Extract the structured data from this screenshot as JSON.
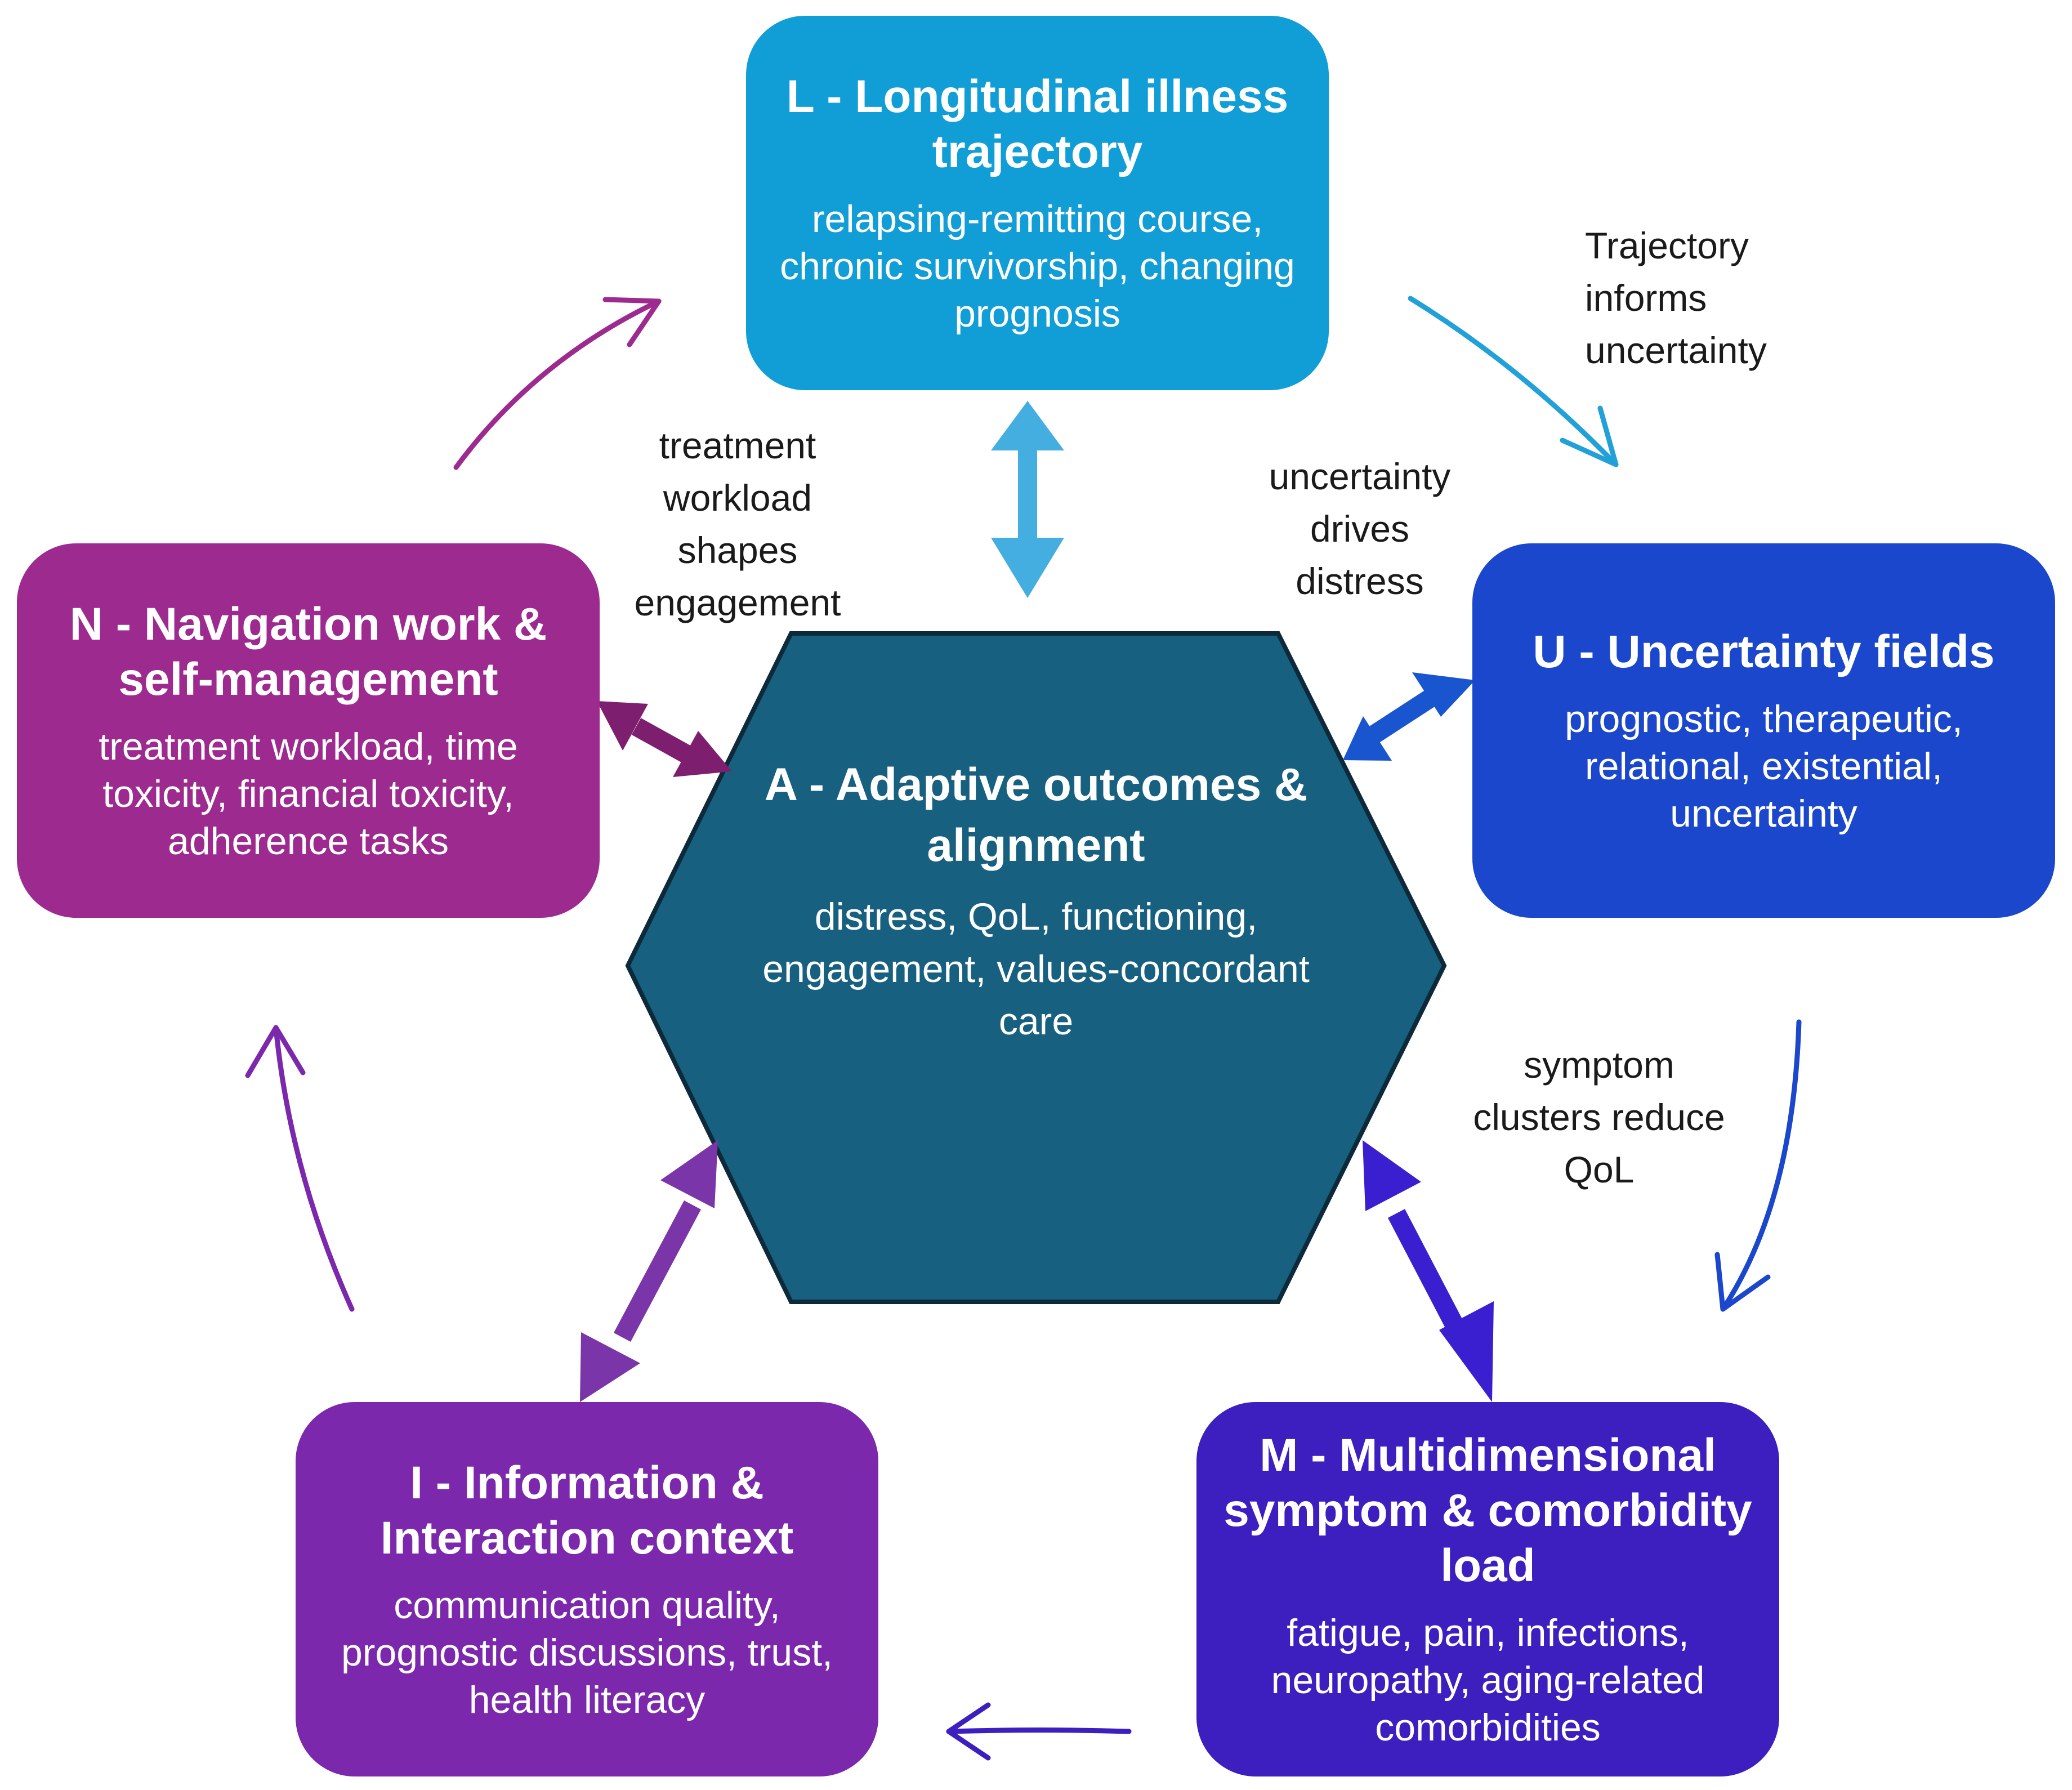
{
  "nodes": {
    "L": {
      "title": "L - Longitudinal illness trajectory",
      "desc": "relapsing-remitting course, chronic survivorship, changing  prognosis",
      "color": "#119ed6"
    },
    "U": {
      "title": "U - Uncertainty fields",
      "desc": "prognostic, therapeutic, relational, existential, uncertainty",
      "color": "#1a47cc"
    },
    "M": {
      "title": "M - Multidimensional symptom & comorbidity load",
      "desc": "fatigue, pain, infections, neuropathy, aging-related comorbidities",
      "color": "#3d1fc0"
    },
    "I": {
      "title": "I - Information & Interaction context",
      "desc": "communication quality, prognostic discussions, trust, health literacy",
      "color": "#7b28ad"
    },
    "N": {
      "title": "N - Navigation work & self-management",
      "desc": "treatment workload, time toxicity, financial toxicity, adherence tasks",
      "color": "#9d2a8f"
    },
    "A": {
      "title": "A - Adaptive outcomes & alignment",
      "desc": "distress, QoL, functioning, engagement, values-concordant care",
      "color": "#186080"
    }
  },
  "edge_labels": {
    "trajectory_uncertainty": "Trajectory informs uncertainty",
    "uncertainty_distress": "uncertainty drives distress",
    "symptom_qol": "symptom clusters reduce QoL",
    "workload_engagement": "treatment workload shapes engagement"
  }
}
